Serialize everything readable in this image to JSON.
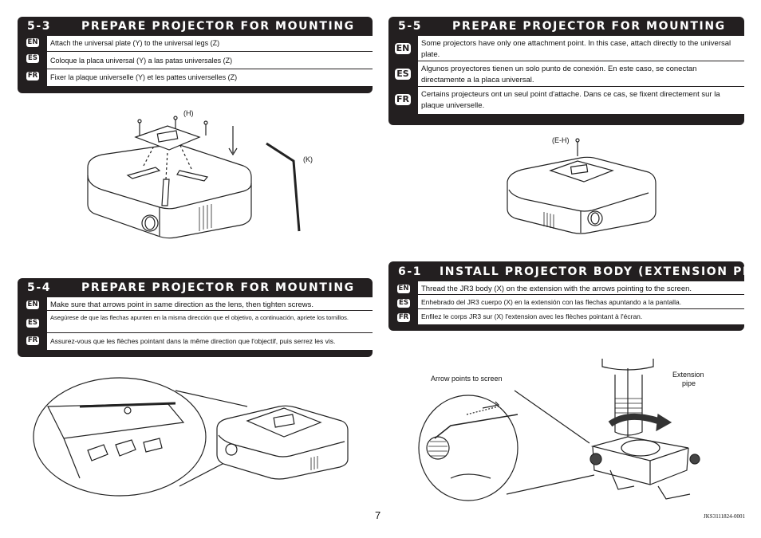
{
  "page_number": "7",
  "doc_code": "JKS3111824-0001",
  "sections": {
    "s53": {
      "number": "5-3",
      "title": "PREPARE PROJECTOR FOR MOUNTING",
      "rows": [
        {
          "lang": "EN",
          "text": "Attach the universal plate (Y) to the universal legs (Z)"
        },
        {
          "lang": "ES",
          "text": "Coloque la placa universal (Y) a las patas universales (Z)"
        },
        {
          "lang": "FR",
          "text": "Fixer la plaque universelle (Y) et les pattes universelles (Z)"
        }
      ]
    },
    "s54": {
      "number": "5-4",
      "title": "PREPARE PROJECTOR FOR MOUNTING",
      "rows": [
        {
          "lang": "EN",
          "text": "Make sure that arrows point in same direction as the lens, then tighten screws."
        },
        {
          "lang": "ES",
          "text": "Asegúrese de que las flechas apunten en la misma dirección que el objetivo, a continuación, apriete los tornillos."
        },
        {
          "lang": "FR",
          "text": "Assurez-vous que les flèches pointant dans la même direction que l'objectif, puis serrez les vis."
        }
      ]
    },
    "s55": {
      "number": "5-5",
      "title": "PREPARE PROJECTOR FOR MOUNTING",
      "rows": [
        {
          "lang": "EN",
          "text": "Some projectors have only one attachment point.  In this case, attach directly to the universal plate."
        },
        {
          "lang": "ES",
          "text": "Algunos proyectores tienen un solo punto de conexión. En este caso, se conectan directamente a la placa universal."
        },
        {
          "lang": "FR",
          "text": "Certains projecteurs ont un seul point d'attache. Dans ce cas, se fixent directement sur la plaque universelle."
        }
      ]
    },
    "s61": {
      "number": "6-1",
      "title": "INSTALL PROJECTOR BODY (EXTENSION PIPE)",
      "rows": [
        {
          "lang": "EN",
          "text": "Thread the JR3 body (X) on the extension with the arrows pointing to the screen."
        },
        {
          "lang": "ES",
          "text": "Enhebrado del JR3 cuerpo (X) en la extensión con las flechas apuntando a la pantalla."
        },
        {
          "lang": "FR",
          "text": "Enfilez le corps JR3 sur (X) l'extension avec les flèches pointant à l'écran."
        }
      ]
    }
  },
  "callouts": {
    "h": "(H)",
    "k": "(K)",
    "eh": "(E-H)",
    "arrow_points": "Arrow points to screen",
    "extension_pipe_1": "Extension",
    "extension_pipe_2": "pipe"
  }
}
